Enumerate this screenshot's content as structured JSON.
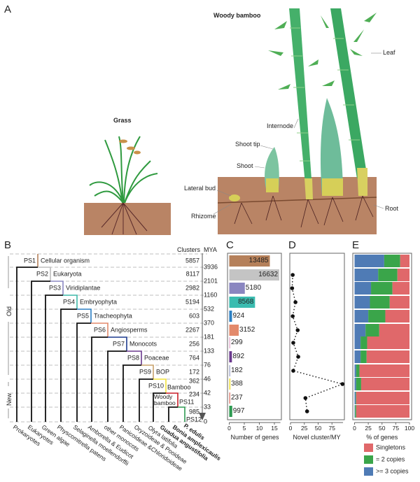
{
  "panel_labels": {
    "a": "A",
    "b": "B",
    "c": "C",
    "d": "D",
    "e": "E"
  },
  "panel_a": {
    "grass_title": "Grass",
    "bamboo_title": "Woody bamboo",
    "labels": {
      "leaf": "Leaf",
      "internode": "Internode",
      "shoot_tip": "Shoot tip",
      "shoot": "Shoot",
      "lateral_bud": "Lateral bud",
      "rhizome": "Rhizome",
      "root": "Root"
    }
  },
  "tree": {
    "clusters_header": "Clusters",
    "mya_header": "MYA",
    "old_label": "Old",
    "new_label": "New",
    "nodes": [
      {
        "ps": "PS1",
        "name": "Cellular organism",
        "clusters": "5857",
        "mya": "3936",
        "color": "#b5805a"
      },
      {
        "ps": "PS2",
        "name": "Eukaryota",
        "clusters": "8117",
        "mya": "2101",
        "color": "#bdbdbd"
      },
      {
        "ps": "PS3",
        "name": "Viridiplantae",
        "clusters": "2982",
        "mya": "1160",
        "color": "#8c88c2"
      },
      {
        "ps": "PS4",
        "name": "Embryophyta",
        "clusters": "5194",
        "mya": "532",
        "color": "#3db8a8"
      },
      {
        "ps": "PS5",
        "name": "Tracheophyta",
        "clusters": "603",
        "mya": "370",
        "color": "#2b7fc3"
      },
      {
        "ps": "PS6",
        "name": "Angiosperms",
        "clusters": "2267",
        "mya": "181",
        "color": "#e38a6c"
      },
      {
        "ps": "PS7",
        "name": "Monocots",
        "clusters": "256",
        "mya": "133",
        "color": "#1d3a8e"
      },
      {
        "ps": "PS8",
        "name": "Poaceae",
        "clusters": "764",
        "mya": "76",
        "color": "#6b3a8e"
      },
      {
        "ps": "PS9",
        "name": "BOP",
        "clusters": "172",
        "mya": "46",
        "color": "#c8a26c"
      },
      {
        "ps": "PS10",
        "name": "Bamboo",
        "clusters": "362",
        "mya": "42",
        "color": "#f1e23c"
      },
      {
        "ps": "PS11",
        "name": "Woody bamboo",
        "clusters": "234",
        "mya": "33",
        "color": "#c81e28"
      },
      {
        "ps": "PS12",
        "name": "",
        "clusters": "985",
        "mya": "0",
        "color": "#2e9a52"
      }
    ],
    "leaves": [
      {
        "text": "Prokaryotes",
        "bold": false
      },
      {
        "text": "Eukaryotes",
        "bold": false
      },
      {
        "text": "Green algae",
        "bold": false
      },
      {
        "text": "Physcomitrella patens",
        "bold": false
      },
      {
        "text": "Selaginella moellendorffii",
        "bold": false
      },
      {
        "text": "Amborella & Eudicot",
        "bold": false
      },
      {
        "text": "other monocots",
        "bold": false
      },
      {
        "text": "Panicoideae &Chloridoideae",
        "bold": false
      },
      {
        "text": "Oryzoideae & Pooideae",
        "bold": false
      },
      {
        "text": "Olyra latifolia",
        "bold": false
      },
      {
        "text": "Guadua angustifolia",
        "bold": true
      },
      {
        "text": "Bonia amplexicaulis",
        "bold": true
      },
      {
        "text": "P. edulis",
        "bold": true
      }
    ]
  },
  "chart_data": [
    {
      "type": "bar",
      "panel": "C",
      "xlabel": "Number of genes",
      "xlim": [
        0,
        17
      ],
      "xticks": [
        "0",
        "5",
        "10",
        "15"
      ],
      "categories": [
        "PS1",
        "PS2",
        "PS3",
        "PS4",
        "PS5",
        "PS6",
        "PS7",
        "PS8",
        "PS9",
        "PS10",
        "PS11",
        "PS12"
      ],
      "values": [
        13485,
        16632,
        5180,
        8568,
        924,
        3152,
        299,
        892,
        182,
        388,
        237,
        997
      ],
      "value_labels": [
        "13485",
        "16632",
        "5180",
        "8568",
        "924",
        "3152",
        "299",
        "892",
        "182",
        "388",
        "237",
        "997"
      ],
      "colors": [
        "#b5805a",
        "#c4c4c4",
        "#8a86c0",
        "#3bbcb0",
        "#2b7fc3",
        "#e38a6c",
        "#e8b6d4",
        "#6b3a8e",
        "#aab0d0",
        "#f1e23c",
        "#e0867a",
        "#2e9a52"
      ]
    },
    {
      "type": "line",
      "panel": "D",
      "xlabel": "Novel cluster/MY",
      "xlim": [
        0,
        95
      ],
      "xticks": [
        "0",
        "25",
        "50",
        "75"
      ],
      "categories": [
        "PS2",
        "PS3",
        "PS4",
        "PS5",
        "PS6",
        "PS7",
        "PS8",
        "PS9",
        "PS10",
        "PS11",
        "PS12"
      ],
      "values": [
        4,
        3,
        9,
        4,
        13,
        5,
        14,
        5,
        94,
        27,
        30
      ]
    },
    {
      "type": "bar",
      "stacked": true,
      "panel": "E",
      "xlabel": "% of genes",
      "xlim": [
        0,
        100
      ],
      "xticks": [
        "0",
        "25",
        "50",
        "75",
        "100"
      ],
      "categories": [
        "PS1",
        "PS2",
        "PS3",
        "PS4",
        "PS5",
        "PS6",
        "PS7",
        "PS8",
        "PS9",
        "PS10",
        "PS11",
        "PS12"
      ],
      "series": [
        {
          "name": ">= 3 copies",
          "color": "#4f7bb5",
          "values": [
            54,
            43,
            30,
            28,
            25,
            20,
            11,
            11,
            3,
            3,
            2,
            1
          ]
        },
        {
          "name": "= 2 copies",
          "color": "#3aa54a",
          "values": [
            29,
            35,
            39,
            36,
            31,
            25,
            12,
            11,
            6,
            9,
            1,
            2
          ]
        },
        {
          "name": "Singletons",
          "color": "#e0686a",
          "values": [
            17,
            22,
            31,
            36,
            44,
            55,
            77,
            78,
            91,
            88,
            97,
            97
          ]
        }
      ],
      "legend": [
        "Singletons",
        "= 2 copies",
        ">= 3 copies"
      ],
      "legend_position": "bottom"
    }
  ]
}
